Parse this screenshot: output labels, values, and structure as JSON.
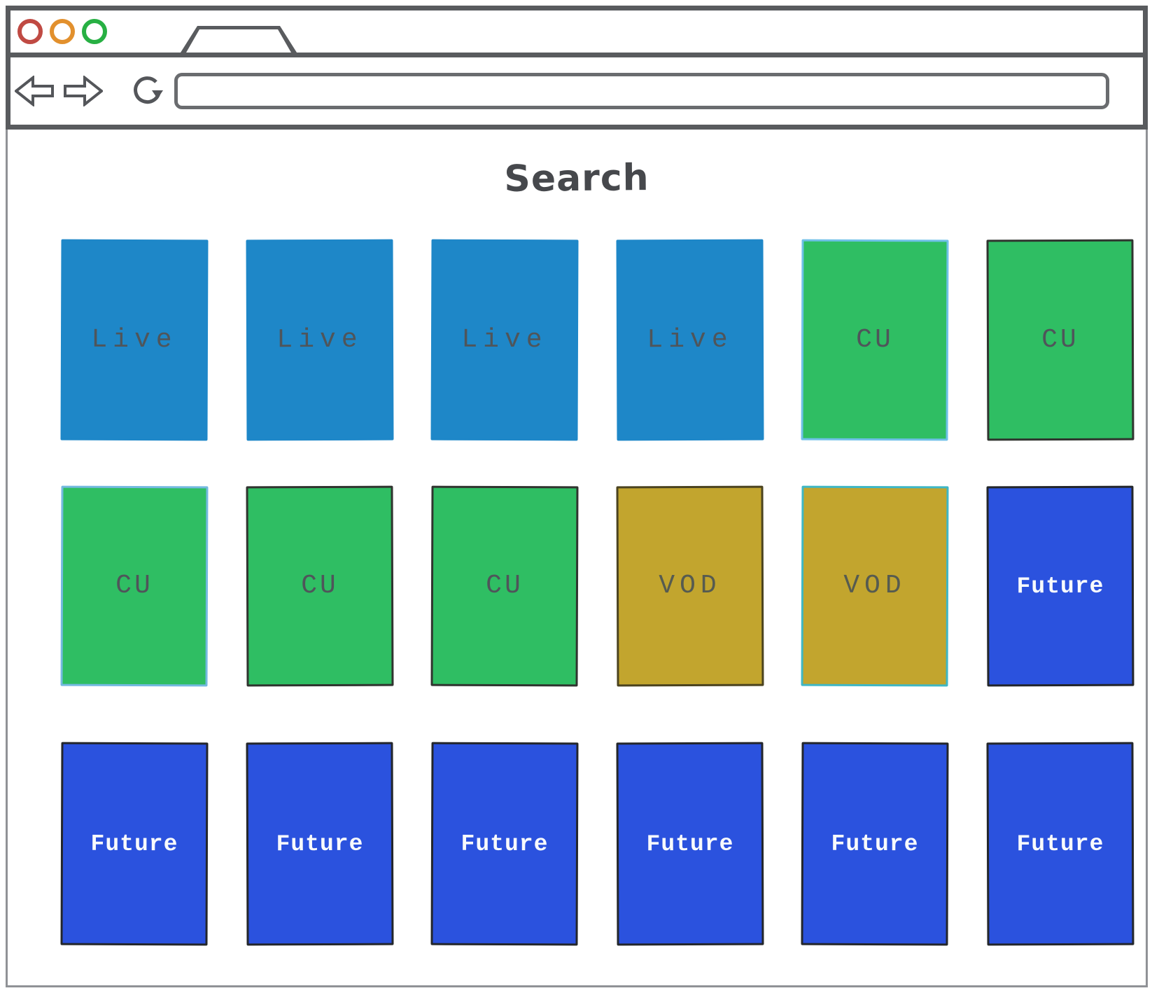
{
  "window": {
    "traffic_lights": [
      {
        "name": "close",
        "color": "#c04a43"
      },
      {
        "name": "minimize",
        "color": "#e2902d"
      },
      {
        "name": "maximize",
        "color": "#27b043"
      }
    ],
    "toolbar": {
      "icons": [
        "back-arrow",
        "forward-arrow",
        "reload"
      ],
      "url": {
        "value": "",
        "placeholder": ""
      }
    }
  },
  "page": {
    "title": "Search"
  },
  "grid": {
    "rows": 3,
    "cols": 6,
    "cards": [
      {
        "label": "Live",
        "type": "live",
        "fill": "#1e87c8",
        "border": "#1e87c8",
        "text": "#4f555a"
      },
      {
        "label": "Live",
        "type": "live",
        "fill": "#1e87c8",
        "border": "#1e87c8",
        "text": "#4f555a"
      },
      {
        "label": "Live",
        "type": "live",
        "fill": "#1e87c8",
        "border": "#1e87c8",
        "text": "#4f555a"
      },
      {
        "label": "Live",
        "type": "live",
        "fill": "#1e87c8",
        "border": "#1e87c8",
        "text": "#4f555a"
      },
      {
        "label": "CU",
        "type": "cu",
        "fill": "#2fbe63",
        "border": "#6fc0e8",
        "text": "#4f555a"
      },
      {
        "label": "CU",
        "type": "cu",
        "fill": "#2fbe63",
        "border": "#30342f",
        "text": "#4f555a"
      },
      {
        "label": "CU",
        "type": "cu",
        "fill": "#2fbe63",
        "border": "#74b9e0",
        "text": "#4f555a"
      },
      {
        "label": "CU",
        "type": "cu",
        "fill": "#2fbe63",
        "border": "#30342f",
        "text": "#4f555a"
      },
      {
        "label": "CU",
        "type": "cu",
        "fill": "#2fbe63",
        "border": "#30342f",
        "text": "#4f555a"
      },
      {
        "label": "VOD",
        "type": "vod",
        "fill": "#c2a52e",
        "border": "#4b431f",
        "text": "#565b50"
      },
      {
        "label": "VOD",
        "type": "vod",
        "fill": "#c2a52e",
        "border": "#3fb7c5",
        "text": "#565b50"
      },
      {
        "label": "Future",
        "type": "future",
        "fill": "#2b52de",
        "border": "#23262b",
        "text": "#f8fafc"
      },
      {
        "label": "Future",
        "type": "future",
        "fill": "#2b52de",
        "border": "#23262b",
        "text": "#f8fafc"
      },
      {
        "label": "Future",
        "type": "future",
        "fill": "#2b52de",
        "border": "#23262b",
        "text": "#f8fafc"
      },
      {
        "label": "Future",
        "type": "future",
        "fill": "#2b52de",
        "border": "#23262b",
        "text": "#f8fafc"
      },
      {
        "label": "Future",
        "type": "future",
        "fill": "#2b52de",
        "border": "#23262b",
        "text": "#f8fafc"
      },
      {
        "label": "Future",
        "type": "future",
        "fill": "#2b52de",
        "border": "#23262b",
        "text": "#f8fafc"
      },
      {
        "label": "Future",
        "type": "future",
        "fill": "#2b52de",
        "border": "#23262b",
        "text": "#f8fafc"
      }
    ]
  }
}
